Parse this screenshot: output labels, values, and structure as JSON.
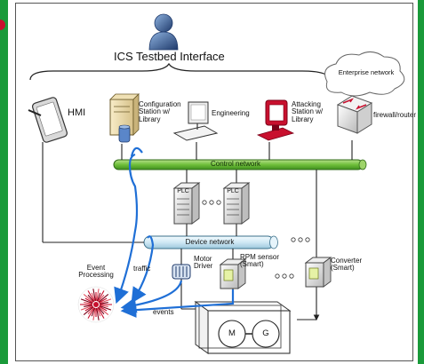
{
  "title": "ICS Testbed Interface",
  "nodes": {
    "hmi": "HMI",
    "config_station": [
      "Configuration",
      "Station w/",
      "Library"
    ],
    "engineering": "Engineering",
    "attacking_station": [
      "Attacking",
      "Station w/",
      "Library"
    ],
    "enterprise_network": "Enterprise network",
    "firewall": "firewall/router",
    "plc1": "PLC",
    "plc2": "PLC",
    "event_processing": [
      "Event",
      "Processing"
    ],
    "motor_driver": [
      "Motor",
      "Driver"
    ],
    "rpm_sensor": [
      "RPM sensor",
      "(Smart)"
    ],
    "converter": [
      "Converter",
      "(Smart)"
    ],
    "motor": "M",
    "generator": "G"
  },
  "networks": {
    "control": "Control network",
    "device": "Device network"
  },
  "flows": {
    "traffic": "traffic",
    "events": "events"
  },
  "ellipsis": "○ ○ ○",
  "colors": {
    "left_border": "#1a9a3a",
    "right_border": "#1a9a3a",
    "control_network": "#6fbf3a",
    "device_network": "#cfe8f4",
    "flow_arrow": "#1f6fd6",
    "attacker_red": "#c8102e",
    "person": "#1f3a6b"
  }
}
